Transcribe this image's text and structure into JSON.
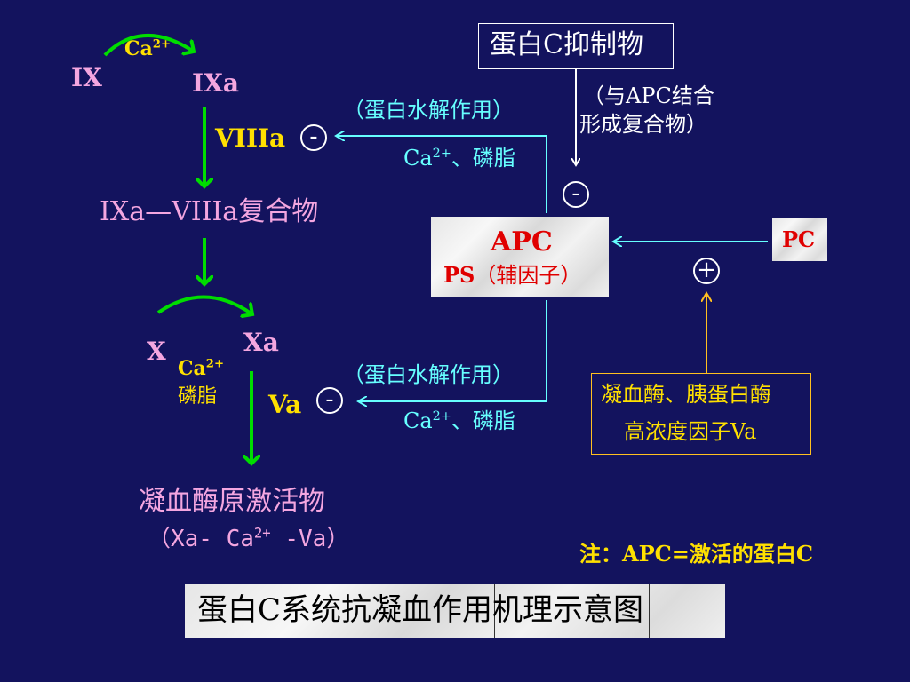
{
  "inhibitor_box": "蛋白C抑制物",
  "inhibitor_note_line1": "（与APC结合",
  "inhibitor_note_line2": "形成复合物）",
  "factor_ix": "IX",
  "factor_ixa": "IXa",
  "ca_top": "Ca",
  "ca_top_sup": "2+",
  "factor_viiia": "VIIIa",
  "complex_ixa_viiia": "IXa—VIIIa复合物",
  "hydrolysis_top": "（蛋白水解作用）",
  "cofactor_top_ca": "Ca",
  "cofactor_top_sup": "2+",
  "cofactor_top_rest": "、磷脂",
  "apc_label": "APC",
  "ps_label": "PS",
  "ps_label_rest": "（辅因子）",
  "pc_label": "PC",
  "minus_sign": "-",
  "plus_sign": "+",
  "factor_x": "X",
  "factor_xa": "Xa",
  "ca_mid": "Ca",
  "ca_mid_sup": "2+",
  "phospholipid_mid": "磷脂",
  "factor_va": "Va",
  "hydrolysis_bottom": "（蛋白水解作用）",
  "cofactor_bottom_ca": "Ca",
  "cofactor_bottom_sup": "2+",
  "cofactor_bottom_rest": "、磷脂",
  "activator_line1": "凝血酶、胰蛋白酶",
  "activator_line2": "高浓度因子Va",
  "prothrombinase_line1": "凝血酶原激活物",
  "prothrombinase_line2_a": "（Xa- Ca",
  "prothrombinase_line2_sup": "2+",
  "prothrombinase_line2_b": " -Va）",
  "note": "注：APC=激活的蛋白C",
  "title": "蛋白C系统抗凝血作用机理示意图",
  "colors": {
    "background": "#13135e",
    "green_arrow": "#00dd00",
    "cyan_line": "#66ffff",
    "orange_arrow": "#ffc020",
    "label_pink": "#f4a6e0",
    "label_yellow": "#ffe000",
    "label_red": "#e00000"
  }
}
